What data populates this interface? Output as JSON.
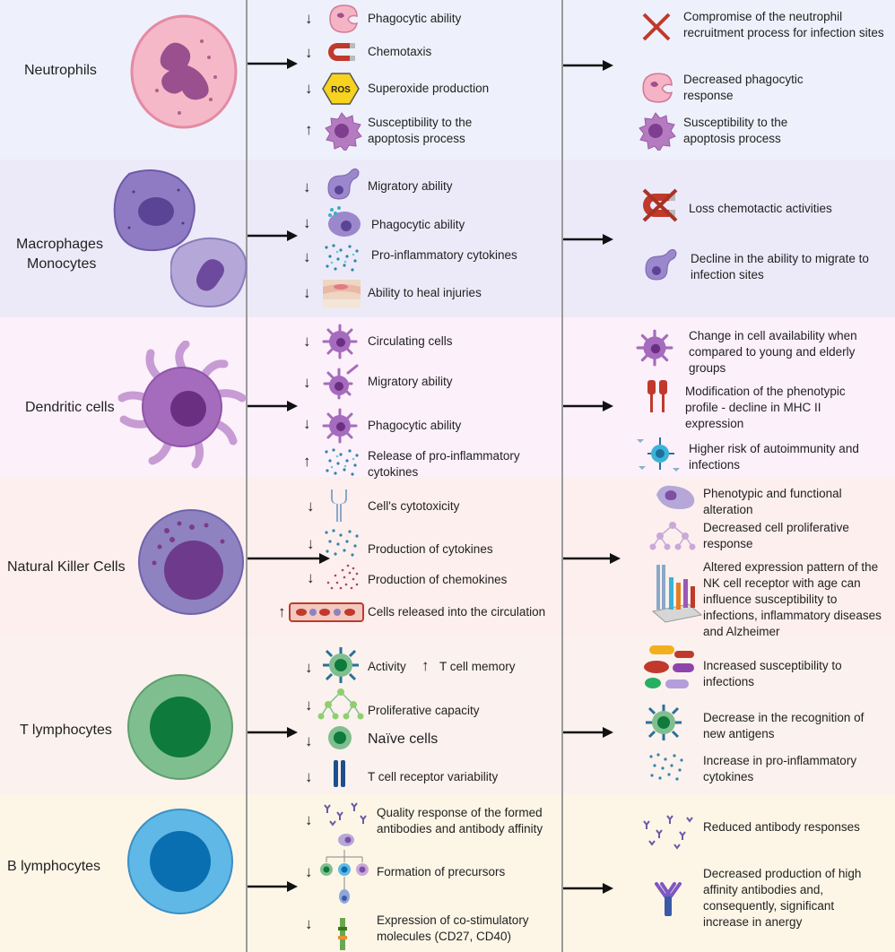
{
  "colors": {
    "neutrophil_bg": "#eef1fb",
    "macrophage_bg": "#eceaf8",
    "dendritic_bg": "#fcf0fa",
    "nk_bg": "#fcefee",
    "tcell_bg": "#fbf1ee",
    "bcell_bg": "#fdf6e7"
  },
  "rows": {
    "neutrophils": {
      "label": "Neutrophils",
      "mid": [
        {
          "dir": "↓",
          "text": "Phagocytic ability"
        },
        {
          "dir": "↓",
          "text": "Chemotaxis"
        },
        {
          "dir": "↓",
          "text": "Superoxide production",
          "badge": "ROS"
        },
        {
          "dir": "↑",
          "text": "Susceptibility to the apoptosis process"
        }
      ],
      "right": [
        "Compromise of the neutrophil recruitment process for infection sites",
        "Decreased phagocytic response",
        "Susceptibility to the apoptosis process"
      ]
    },
    "macrophages": {
      "label1": "Macrophages",
      "label2": "Monocytes",
      "mid": [
        {
          "dir": "↓",
          "text": "Migratory ability"
        },
        {
          "dir": "↓",
          "text": "Phagocytic ability"
        },
        {
          "dir": "↓",
          "text": "Pro-inflammatory cytokines"
        },
        {
          "dir": "↓",
          "text": "Ability to heal injuries"
        }
      ],
      "right": [
        "Loss chemotactic activities",
        "Decline in the ability to migrate to infection sites"
      ]
    },
    "dendritic": {
      "label": "Dendritic cells",
      "mid": [
        {
          "dir": "↓",
          "text": "Circulating cells"
        },
        {
          "dir": "↓",
          "text": "Migratory ability"
        },
        {
          "dir": "↓",
          "text": "Phagocytic ability"
        },
        {
          "dir": "↑",
          "text": "Release of pro-inflammatory cytokines"
        }
      ],
      "right": [
        "Change in cell availability when compared to young and elderly groups",
        "Modification of the phenotypic profile - decline in MHC II expression",
        "Higher risk of autoimmunity and infections"
      ]
    },
    "nk": {
      "label": "Natural Killer Cells",
      "mid": [
        {
          "dir": "↓",
          "text": "Cell's cytotoxicity"
        },
        {
          "dir": "↓",
          "text": "Production of cytokines"
        },
        {
          "dir": "↓",
          "text": "Production of  chemokines"
        },
        {
          "dir": "↑",
          "text": "Cells released into the circulation"
        }
      ],
      "right": [
        "Phenotypic and functional alteration",
        "Decreased cell proliferative response",
        "Altered expression pattern of the NK cell receptor with age can influence susceptibility to infections, inflammatory diseases and Alzheimer"
      ]
    },
    "tcell": {
      "label": "T lymphocytes",
      "mid": [
        {
          "dir": "↓",
          "text": "Activity",
          "dir2": "↑",
          "text2": "T cell memory"
        },
        {
          "dir": "↓",
          "text": "Proliferative capacity"
        },
        {
          "dir": "↓",
          "text": "Naïve cells"
        },
        {
          "dir": "↓",
          "text": "T cell receptor variability"
        }
      ],
      "right": [
        "Increased susceptibility to infections",
        "Decrease in the recognition of new antigens",
        "Increase in pro-inflammatory cytokines"
      ]
    },
    "bcell": {
      "label": "B lymphocytes",
      "mid": [
        {
          "dir": "↓",
          "text": "Quality response of the formed antibodies and antibody affinity"
        },
        {
          "dir": "↓",
          "text": "Formation of precursors"
        },
        {
          "dir": "↓",
          "text": "Expression of co-stimulatory molecules (CD27, CD40)"
        }
      ],
      "right": [
        "Reduced antibody responses",
        "Decreased production of high affinity antibodies and, consequently, significant increase in anergy"
      ]
    }
  }
}
